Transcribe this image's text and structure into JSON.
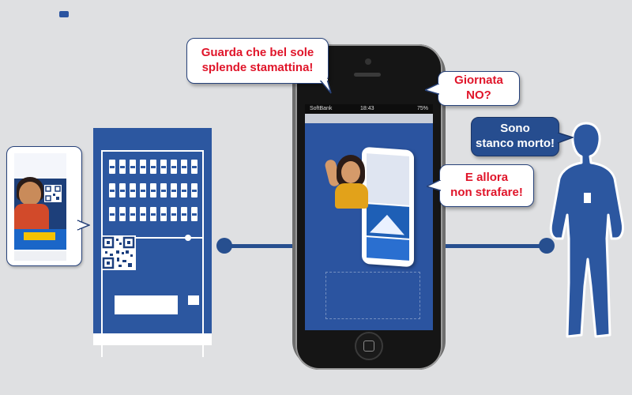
{
  "bubbles": {
    "sun": {
      "line1": "Guarda che bel sole",
      "line2": "splende stamattina!"
    },
    "day": {
      "line1": "Giornata",
      "line2": "NO?"
    },
    "relax": {
      "line1": "E allora",
      "line2": "non strafare!"
    },
    "tired": {
      "line1": "Sono",
      "line2": "stanco morto!"
    }
  },
  "phone": {
    "carrier": "SoftBank",
    "time": "18:43",
    "battery": "75%"
  },
  "colors": {
    "brand_blue": "#2c57a0",
    "bubble_text": "#e0152a",
    "connector": "#274f8f",
    "background": "#dfe0e2"
  },
  "icons": [
    "vending-machine-icon",
    "smartphone-icon",
    "person-silhouette-icon",
    "qr-code-icon",
    "poster-icon"
  ]
}
